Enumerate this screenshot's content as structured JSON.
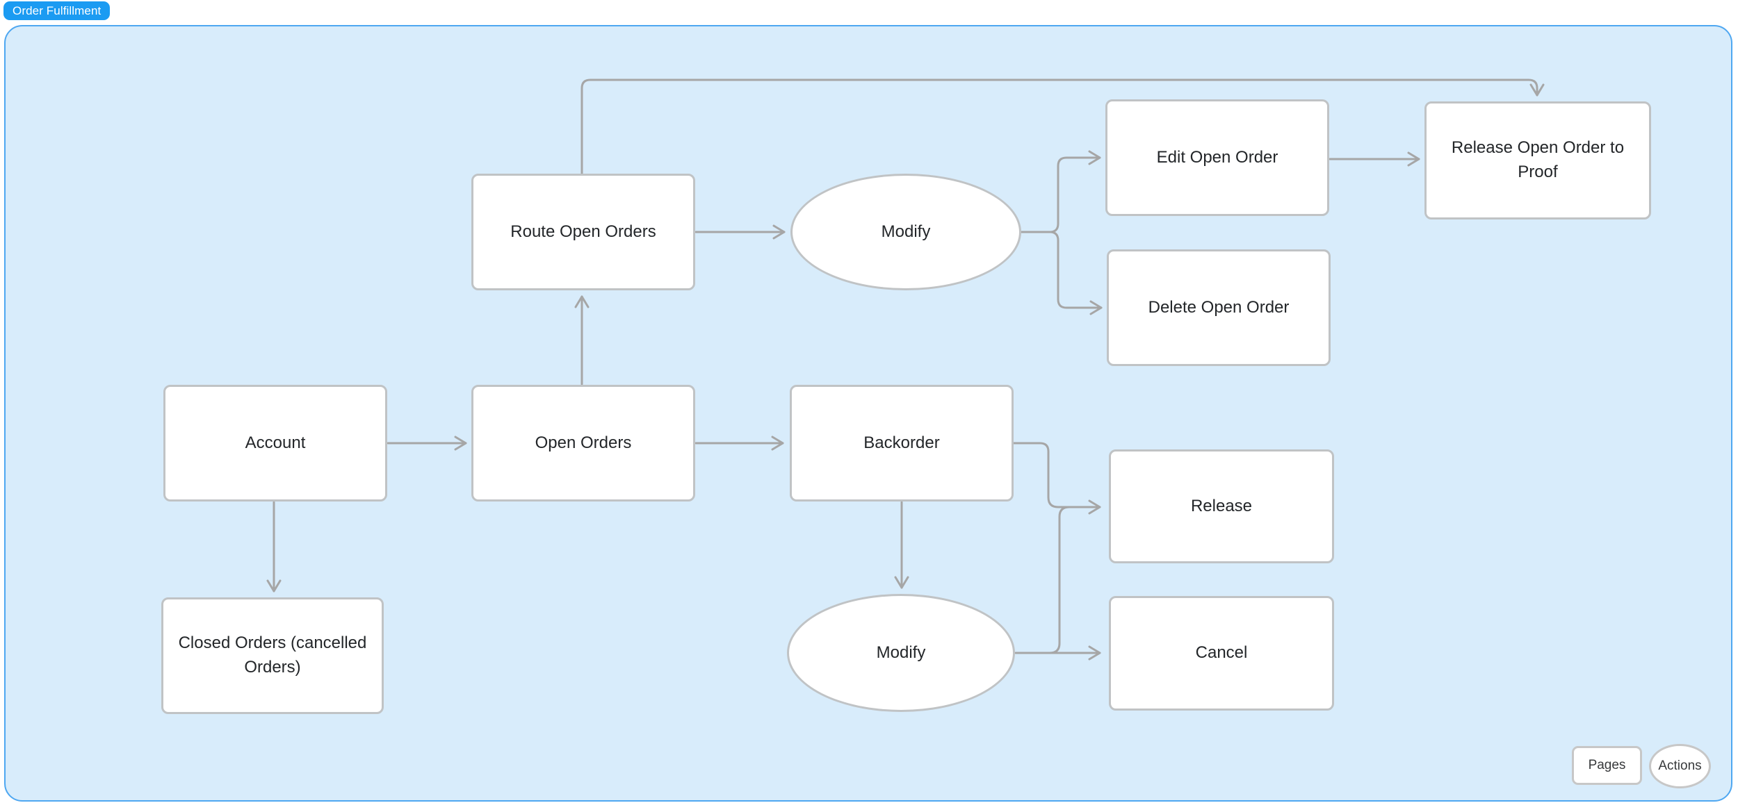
{
  "badge": {
    "label": "Order Fulfillment"
  },
  "toolbar": {
    "pages_label": "Pages",
    "actions_label": "Actions"
  },
  "colors": {
    "canvas_fill": "#d8ecfb",
    "canvas_border": "#4ea7f1",
    "badge_bg": "#1b9bf2",
    "badge_text": "#ffffff",
    "node_fill": "#ffffff",
    "node_border": "#c0c3c5",
    "connector": "#a6a6a6",
    "node_text": "#232629"
  },
  "diagram": {
    "title": "Order Fulfillment",
    "nodes": [
      {
        "id": "account",
        "shape": "rectangle",
        "label": "Account"
      },
      {
        "id": "open-orders",
        "shape": "rectangle",
        "label": "Open Orders"
      },
      {
        "id": "backorder",
        "shape": "rectangle",
        "label": "Backorder"
      },
      {
        "id": "route-open-orders",
        "shape": "rectangle",
        "label": "Route Open Orders"
      },
      {
        "id": "modify-1",
        "shape": "ellipse",
        "label": "Modify"
      },
      {
        "id": "edit-open-order",
        "shape": "rectangle",
        "label": "Edit Open Order"
      },
      {
        "id": "release-open-order-to-proof",
        "shape": "rectangle",
        "label": "Release Open Order to\nProof"
      },
      {
        "id": "delete-open-order",
        "shape": "rectangle",
        "label": "Delete Open Order"
      },
      {
        "id": "release",
        "shape": "rectangle",
        "label": "Release"
      },
      {
        "id": "cancel",
        "shape": "rectangle",
        "label": "Cancel"
      },
      {
        "id": "modify-2",
        "shape": "ellipse",
        "label": "Modify"
      },
      {
        "id": "closed-orders",
        "shape": "rectangle",
        "label": "Closed Orders (cancelled\nOrders)"
      }
    ],
    "edges": [
      {
        "from": "account",
        "to": "open-orders"
      },
      {
        "from": "open-orders",
        "to": "backorder"
      },
      {
        "from": "open-orders",
        "to": "route-open-orders"
      },
      {
        "from": "route-open-orders",
        "to": "modify-1"
      },
      {
        "from": "modify-1",
        "to": "edit-open-order"
      },
      {
        "from": "modify-1",
        "to": "delete-open-order"
      },
      {
        "from": "edit-open-order",
        "to": "release-open-order-to-proof"
      },
      {
        "from": "route-open-orders",
        "to": "release-open-order-to-proof"
      },
      {
        "from": "backorder",
        "to": "modify-2"
      },
      {
        "from": "backorder",
        "to": "release"
      },
      {
        "from": "modify-2",
        "to": "release"
      },
      {
        "from": "modify-2",
        "to": "cancel"
      },
      {
        "from": "account",
        "to": "closed-orders"
      }
    ]
  }
}
